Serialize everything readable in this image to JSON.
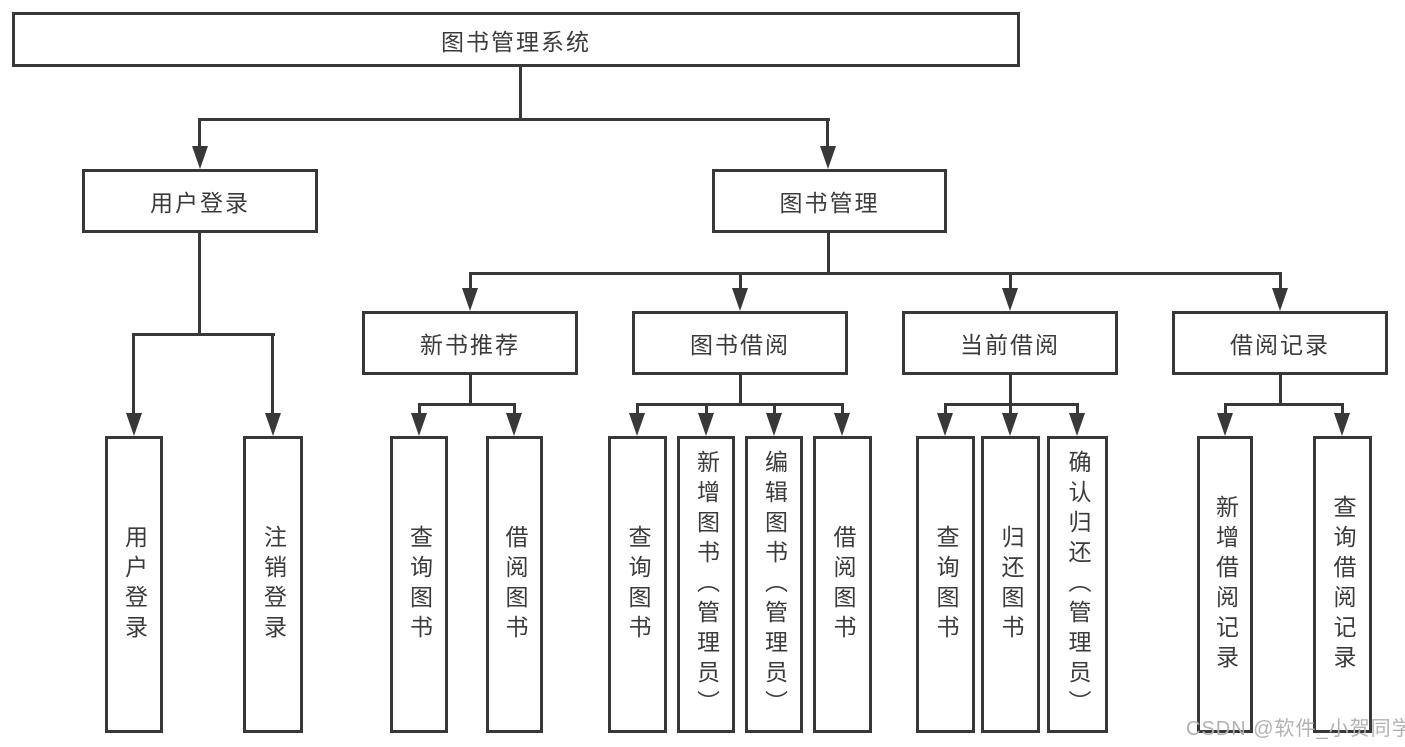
{
  "diagram": {
    "root": {
      "label": "图书管理系统",
      "children": [
        {
          "label": "用户登录",
          "children": [
            {
              "label": "用户登录"
            },
            {
              "label": "注销登录"
            }
          ]
        },
        {
          "label": "图书管理",
          "children": [
            {
              "label": "新书推荐",
              "children": [
                {
                  "label": "查询图书"
                },
                {
                  "label": "借阅图书"
                }
              ]
            },
            {
              "label": "图书借阅",
              "children": [
                {
                  "label": "查询图书"
                },
                {
                  "label": "新增图书（管理员）"
                },
                {
                  "label": "编辑图书（管理员）"
                },
                {
                  "label": "借阅图书"
                }
              ]
            },
            {
              "label": "当前借阅",
              "children": [
                {
                  "label": "查询图书"
                },
                {
                  "label": "归还图书"
                },
                {
                  "label": "确认归还（管理员）"
                }
              ]
            },
            {
              "label": "借阅记录",
              "children": [
                {
                  "label": "新增借阅记录"
                },
                {
                  "label": "查询借阅记录"
                }
              ]
            }
          ]
        }
      ]
    }
  },
  "watermark": {
    "text": "CSDN @软件_小贺同学"
  },
  "colors": {
    "background": "#ffffff",
    "box_fill": "#ffffff",
    "box_border": "#383838",
    "line": "#383838",
    "text": "#3b3b3b",
    "watermark": "#b2b2b2"
  }
}
